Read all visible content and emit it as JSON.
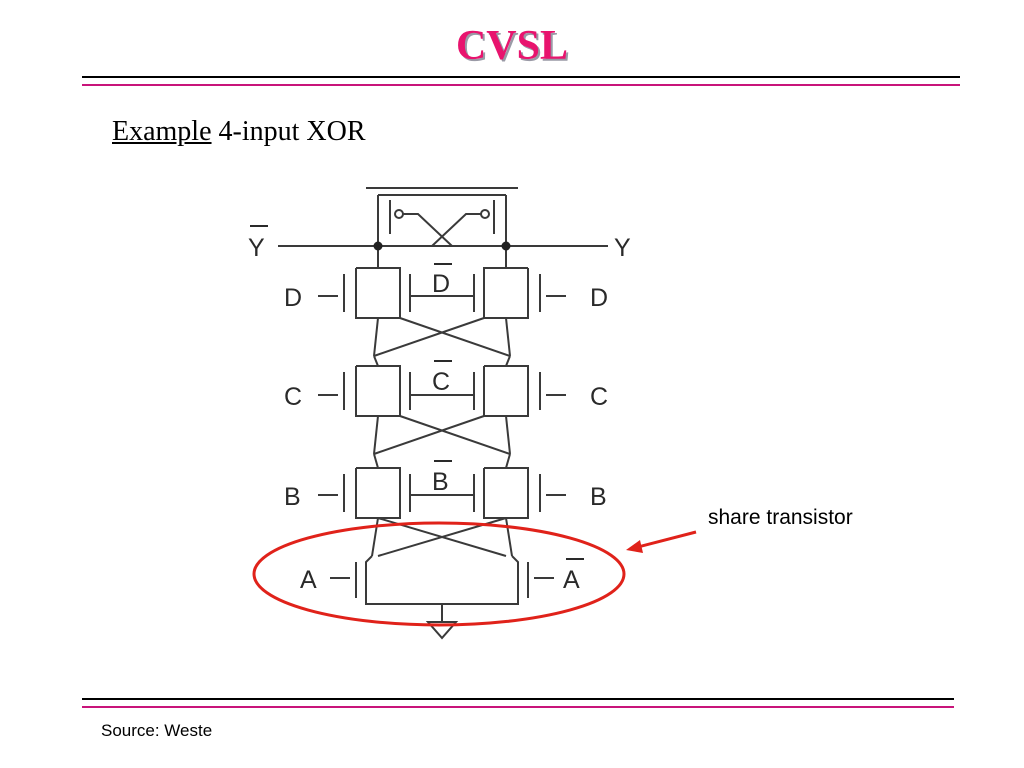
{
  "title": "CVSL",
  "subtitle": {
    "underlined": "Example",
    "rest": " 4-input XOR"
  },
  "labels": {
    "ybar": "Y",
    "y": "Y",
    "d_left": "D",
    "d_bar": "D",
    "d_right": "D",
    "c_left": "C",
    "c_bar": "C",
    "c_right": "C",
    "b_left": "B",
    "b_bar": "B",
    "b_right": "B",
    "a_left": "A",
    "a_bar": "A"
  },
  "annotation": "share transistor",
  "footer": "Source: Weste",
  "colors": {
    "title": "#e8146e",
    "accent_rule": "#c8147a",
    "highlight": "#e0221a",
    "wire": "#3a3a3a"
  }
}
